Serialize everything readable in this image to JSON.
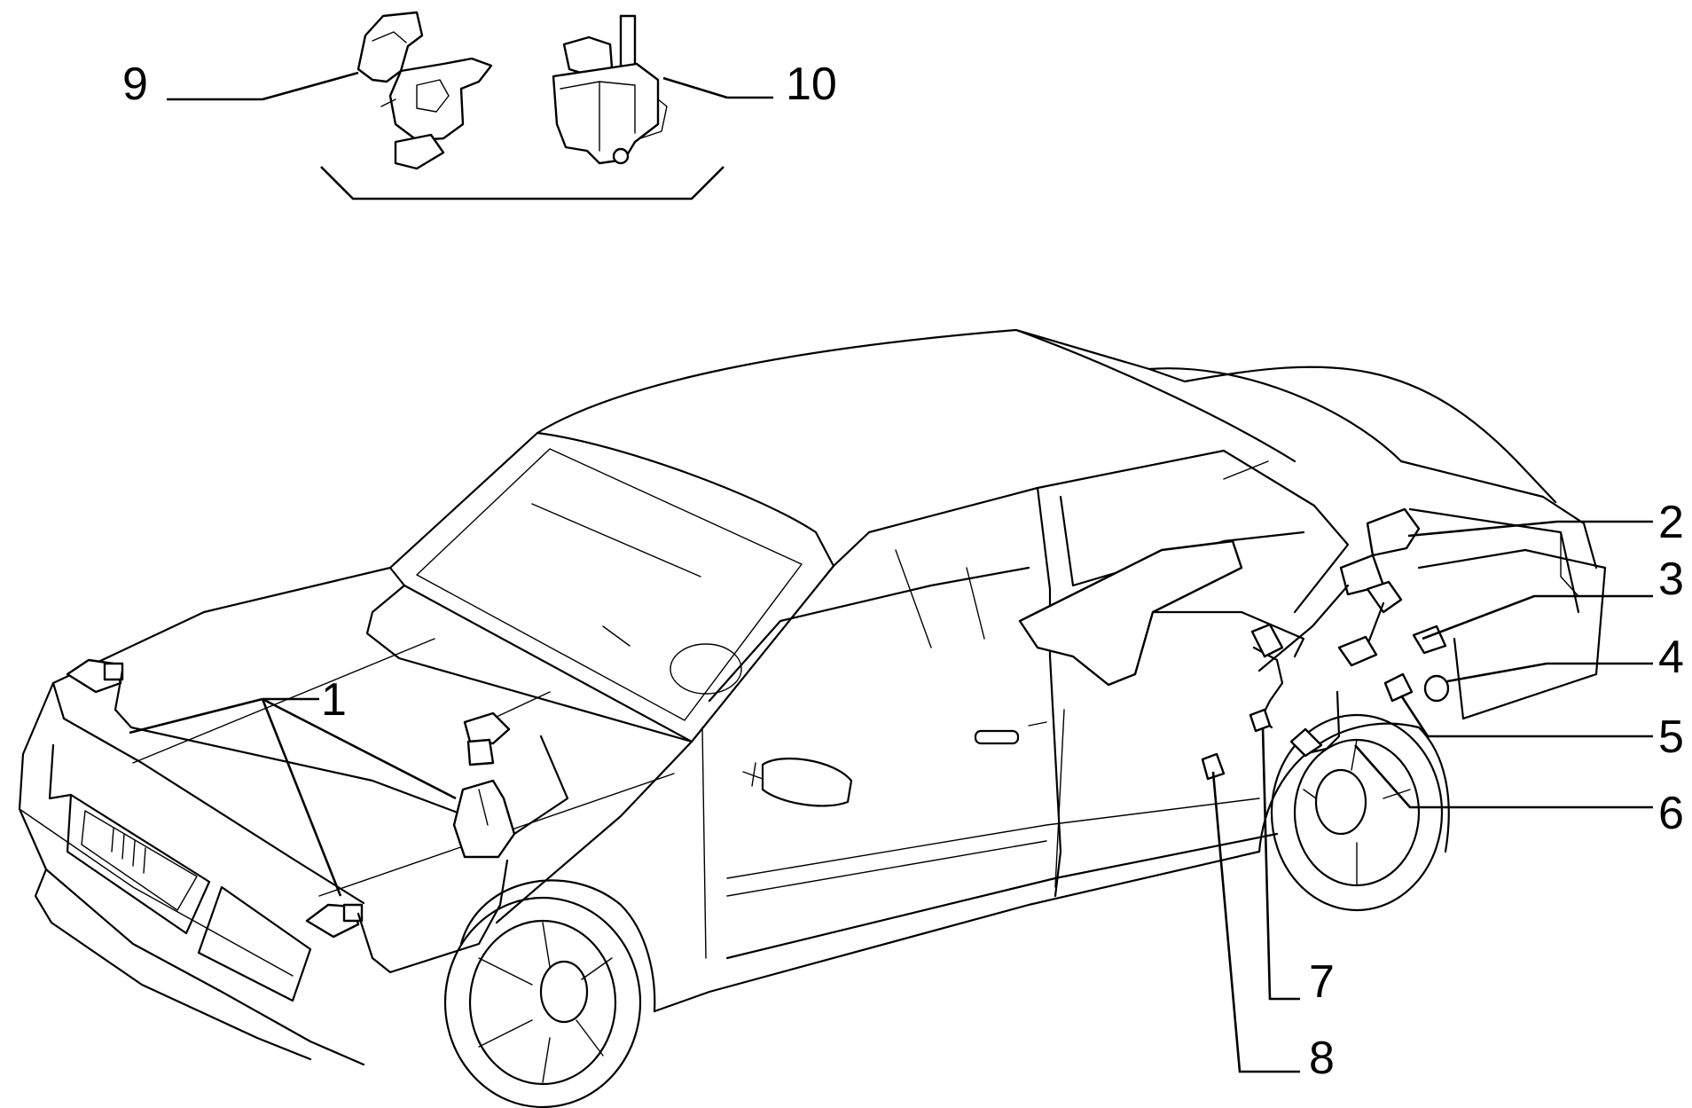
{
  "diagram": {
    "callouts": [
      "1",
      "2",
      "3",
      "4",
      "5",
      "6",
      "7",
      "8",
      "9",
      "10"
    ]
  },
  "colors": {
    "line": "#000000",
    "background": "#ffffff"
  }
}
